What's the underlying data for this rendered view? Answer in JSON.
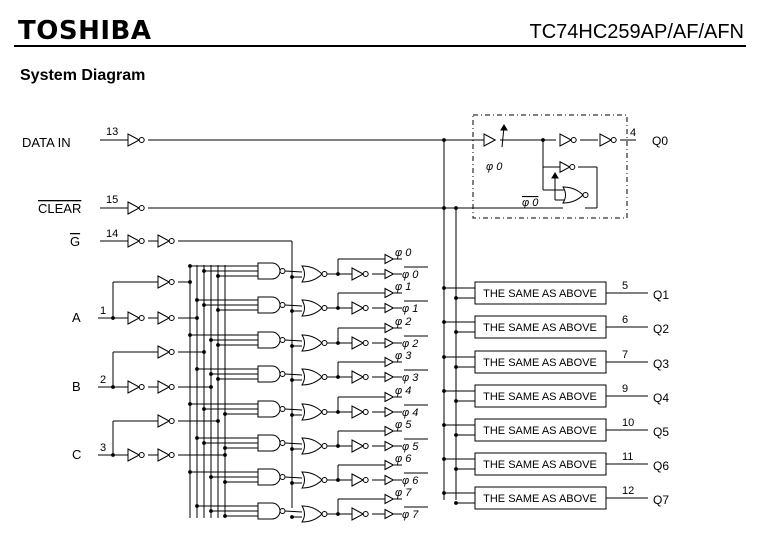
{
  "header": {
    "logo": "TOSHIBA",
    "part_number": "TC74HC259AP/AF/AFN",
    "section_title": "System Diagram"
  },
  "inputs": {
    "data_in": {
      "label": "DATA IN",
      "pin": "13"
    },
    "clear": {
      "label": "CLEAR",
      "pin": "15"
    },
    "g": {
      "label": "G",
      "pin": "14"
    },
    "a": {
      "label": "A",
      "pin": "1"
    },
    "b": {
      "label": "B",
      "pin": "2"
    },
    "c": {
      "label": "C",
      "pin": "3"
    }
  },
  "latch": {
    "phi_label": "φ 0",
    "phi_bar_label": "φ 0",
    "output": {
      "label": "Q0",
      "pin": "4"
    }
  },
  "decoder_outputs": [
    {
      "phi": "φ 0",
      "phi_bar": "φ 0"
    },
    {
      "phi": "φ 1",
      "phi_bar": "φ 1"
    },
    {
      "phi": "φ 2",
      "phi_bar": "φ 2"
    },
    {
      "phi": "φ 3",
      "phi_bar": "φ 3"
    },
    {
      "phi": "φ 4",
      "phi_bar": "φ 4"
    },
    {
      "phi": "φ 5",
      "phi_bar": "φ 5"
    },
    {
      "phi": "φ 6",
      "phi_bar": "φ 6"
    },
    {
      "phi": "φ 7",
      "phi_bar": "φ 7"
    }
  ],
  "same_blocks": [
    {
      "label": "THE SAME AS ABOVE",
      "pin": "5",
      "output": "Q1"
    },
    {
      "label": "THE SAME AS ABOVE",
      "pin": "6",
      "output": "Q2"
    },
    {
      "label": "THE SAME AS ABOVE",
      "pin": "7",
      "output": "Q3"
    },
    {
      "label": "THE SAME AS ABOVE",
      "pin": "9",
      "output": "Q4"
    },
    {
      "label": "THE SAME AS ABOVE",
      "pin": "10",
      "output": "Q5"
    },
    {
      "label": "THE SAME AS ABOVE",
      "pin": "11",
      "output": "Q6"
    },
    {
      "label": "THE SAME AS ABOVE",
      "pin": "12",
      "output": "Q7"
    }
  ]
}
